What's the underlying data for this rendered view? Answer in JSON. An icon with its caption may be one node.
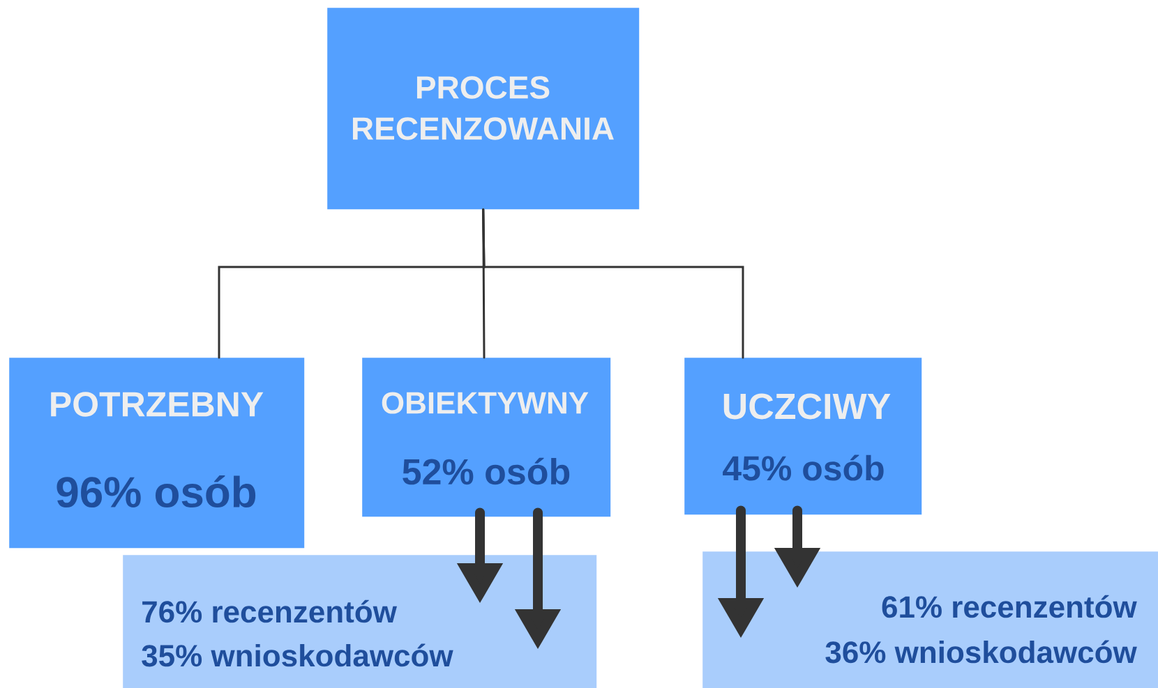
{
  "diagram": {
    "nodes": [
      {
        "text": [
          "PROCES RECENZOWANIA"
        ]
      },
      {
        "text": [
          "POTRZEBNY",
          "96% osób"
        ]
      },
      {
        "text": [
          "OBIEKTYWNY",
          "52% osób"
        ]
      },
      {
        "text": [
          "UCZCIWY",
          "45% osób"
        ]
      },
      {
        "text": [
          "76% recenzentów",
          "35% wnioskodawców"
        ]
      },
      {
        "text": [
          "61% recenzentów",
          "36% wnioskodawców"
        ]
      }
    ],
    "edges": [
      {
        "from": 0,
        "to": 1,
        "arrow": "none"
      },
      {
        "from": 0,
        "to": 2,
        "arrow": "none"
      },
      {
        "from": 0,
        "to": 3,
        "arrow": "none"
      },
      {
        "from": 2,
        "to": 4,
        "arrow": "to"
      },
      {
        "from": 2,
        "to": 4,
        "arrow": "to"
      },
      {
        "from": 3,
        "to": 5,
        "arrow": "to"
      },
      {
        "from": 3,
        "to": 5,
        "arrow": "to"
      }
    ]
  }
}
